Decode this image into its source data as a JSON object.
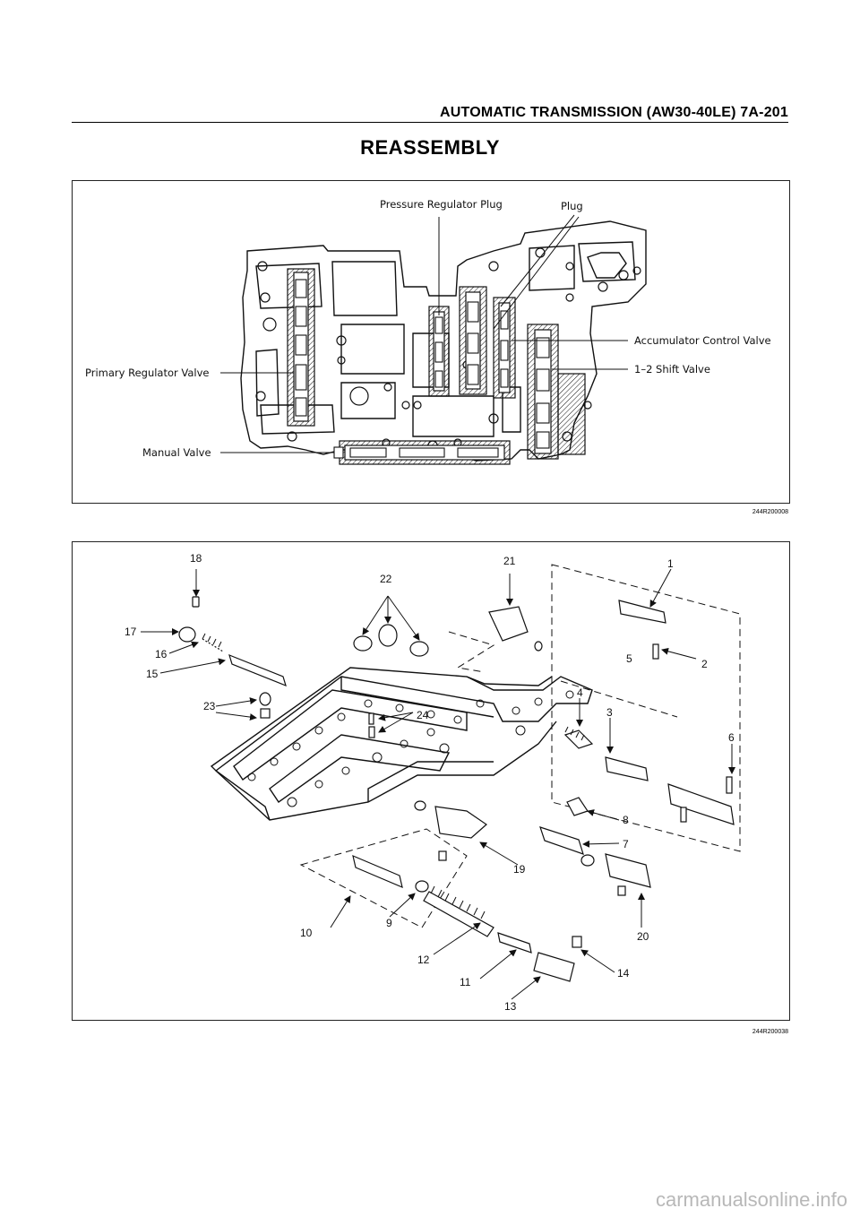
{
  "header": {
    "running_title": "AUTOMATIC TRANSMISSION (AW30-40LE)  7A-201"
  },
  "page_title": "REASSEMBLY",
  "figure1": {
    "labels": {
      "pressure_regulator_plug": "Pressure Regulator Plug",
      "plug": "Plug",
      "accumulator_control_valve": "Accumulator Control Valve",
      "shift_valve_1_2": "1–2 Shift Valve",
      "primary_regulator_valve": "Primary Regulator Valve",
      "manual_valve": "Manual Valve"
    },
    "figure_id": "244R200008"
  },
  "figure2": {
    "callouts": {
      "n1": "1",
      "n2": "2",
      "n3": "3",
      "n4": "4",
      "n5": "5",
      "n6": "6",
      "n7": "7",
      "n8": "8",
      "n9": "9",
      "n10": "10",
      "n11": "11",
      "n12": "12",
      "n13": "13",
      "n14": "14",
      "n15": "15",
      "n16": "16",
      "n17": "17",
      "n18": "18",
      "n19": "19",
      "n20": "20",
      "n21": "21",
      "n22": "22",
      "n23": "23",
      "n24": "24"
    },
    "figure_id": "244R200038"
  },
  "footer": {
    "watermark": "carmanualsonline.info"
  }
}
